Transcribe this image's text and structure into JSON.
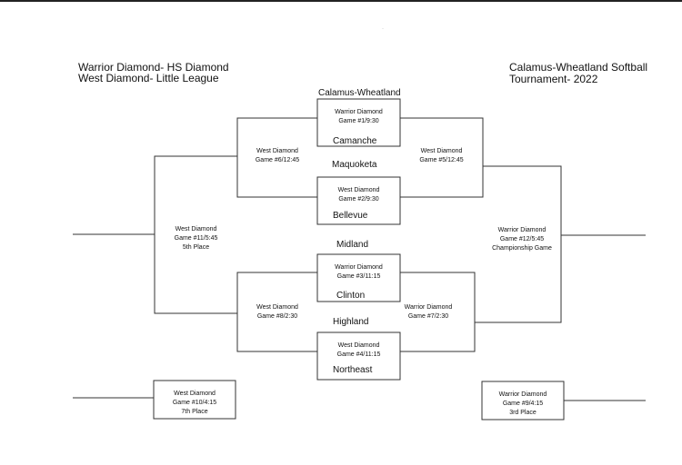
{
  "header": {
    "left_line1": "Warrior Diamond- HS Diamond",
    "left_line2": "West Diamond- Little League",
    "right_line1": "Calamus-Wheatland Softball",
    "right_line2": "Tournament- 2022"
  },
  "teams": {
    "calamus_wheatland": "Calamus-Wheatland",
    "camanche": "Camanche",
    "maquoketa": "Maquoketa",
    "bellevue": "Bellevue",
    "midland": "Midland",
    "clinton": "Clinton",
    "highland": "Highland",
    "northeast": "Northeast"
  },
  "games": {
    "g1": {
      "diamond": "Warrior Diamond",
      "game": "Game #1/9:30"
    },
    "g2": {
      "diamond": "West Diamond",
      "game": "Game #2/9:30"
    },
    "g3": {
      "diamond": "Warrior Diamond",
      "game": "Game #3/11:15"
    },
    "g4": {
      "diamond": "West Diamond",
      "game": "Game #4/11:15"
    },
    "g5": {
      "diamond": "West Diamond",
      "game": "Game #5/12:45"
    },
    "g6": {
      "diamond": "West Diamond",
      "game": "Game #6/12:45"
    },
    "g7": {
      "diamond": "Warrior Diamond",
      "game": "Game #7/2:30"
    },
    "g8": {
      "diamond": "West Diamond",
      "game": "Game #8/2:30"
    },
    "g9": {
      "diamond": "Warrior Diamond",
      "game": "Game #9/4:15",
      "note": "3rd Place"
    },
    "g10": {
      "diamond": "West Diamond",
      "game": "Game #10/4:15",
      "note": "7th Place"
    },
    "g11": {
      "diamond": "West Diamond",
      "game": "Game #11/5:45",
      "note": "5th Place"
    },
    "g12": {
      "diamond": "Warrior Diamond",
      "game": "Game #12/5:45",
      "note": "Championship Game"
    }
  }
}
